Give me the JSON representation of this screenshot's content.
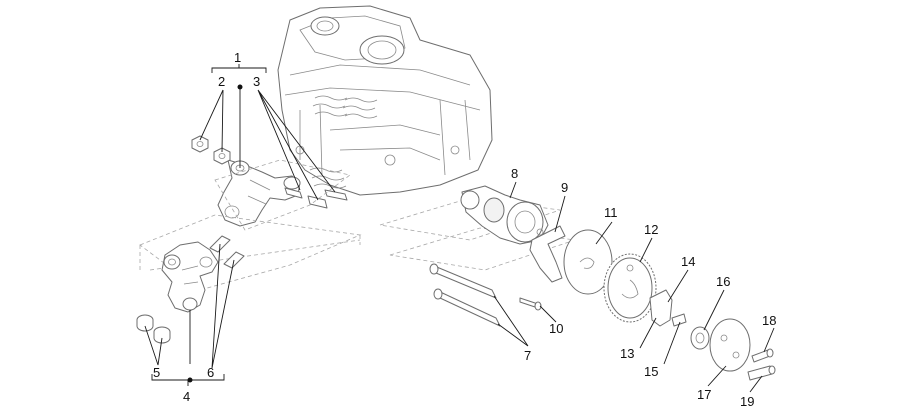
{
  "callouts": {
    "c1": "1",
    "c2": "2",
    "c3": "3",
    "c4": "4",
    "c5": "5",
    "c6": "6",
    "c7": "7",
    "c8": "8",
    "c9": "9",
    "c10": "10",
    "c11": "11",
    "c12": "12",
    "c13": "13",
    "c14": "14",
    "c15": "15",
    "c16": "16",
    "c17": "17",
    "c18": "18",
    "c19": "19"
  },
  "colors": {
    "line": "#6e6e6e",
    "text": "#111111",
    "background": "#ffffff"
  }
}
